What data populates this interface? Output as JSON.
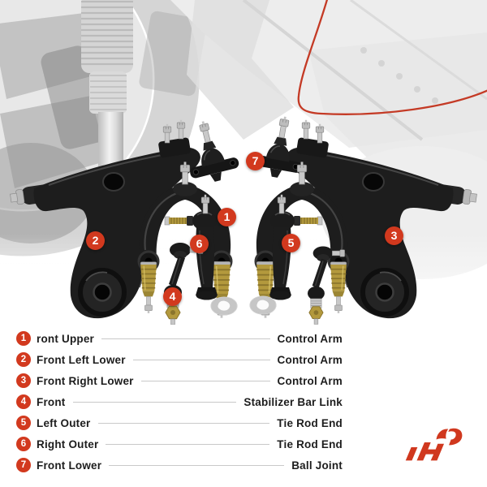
{
  "colors": {
    "accent_red": "#d2391e",
    "logo_red": "#d0381e",
    "text": "#1d1d1d",
    "leader_line": "#c9c9c9",
    "part_black": "#1d1d1d",
    "zinc_gold": "#b3993d"
  },
  "photo": {
    "description_names": [
      "control-arms",
      "ball-joints",
      "tie-rod-ends",
      "stabilizer-bar-links",
      "washers",
      "strut-background",
      "red-outline-swoosh"
    ]
  },
  "legend": {
    "rows": [
      {
        "num": "1",
        "left": "ront Upper",
        "right": "Control Arm"
      },
      {
        "num": "2",
        "left": "Front Left Lower",
        "right": "Control Arm"
      },
      {
        "num": "3",
        "left": "Front Right Lower",
        "right": "Control Arm"
      },
      {
        "num": "4",
        "left": "Front",
        "right": "Stabilizer Bar Link"
      },
      {
        "num": "5",
        "left": "Left Outer",
        "right": "Tie Rod End"
      },
      {
        "num": "6",
        "left": "Right Outer",
        "right": "Tie Rod End"
      },
      {
        "num": "7",
        "left": "Front Lower",
        "right": "Ball Joint"
      }
    ]
  }
}
